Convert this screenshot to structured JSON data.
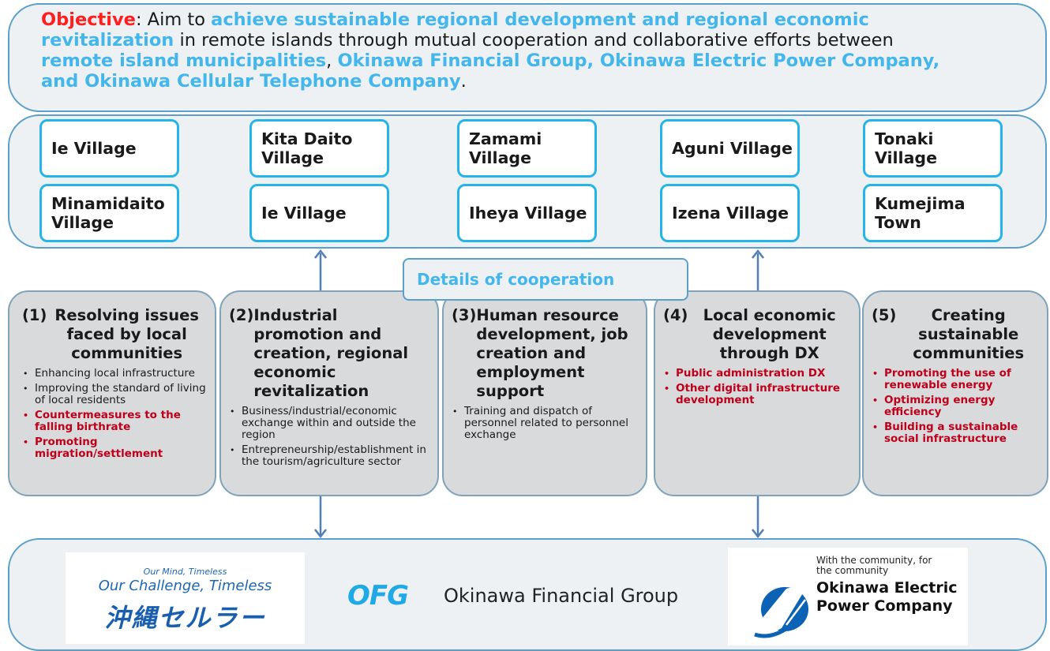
{
  "objective": {
    "label": "Objective",
    "p1": ": Aim to ",
    "h1": "achieve sustainable regional development and regional economic revitalization",
    "p2": " in remote islands through mutual cooperation and collaborative efforts between ",
    "h2": "remote island municipalities",
    "p3": ", ",
    "h3": "Okinawa Financial Group, Okinawa Electric Power Company, and Okinawa Cellular Telephone Company",
    "p4": "."
  },
  "villages": [
    "Ie Village",
    "Kita Daito Village",
    "Zamami Village",
    "Aguni Village",
    "Tonaki Village",
    "Minamidaito Village",
    "Ie Village",
    "Iheya Village",
    "Izena Village",
    "Kumejima Town"
  ],
  "cooperation_label": "Details of cooperation",
  "cards": [
    {
      "num": "(1)",
      "title": "Resolving issues faced by local communities",
      "items": [
        {
          "text": "Enhancing local infrastructure",
          "highlight": false
        },
        {
          "text": "Improving the standard of living of local residents",
          "highlight": false
        },
        {
          "text": "Countermeasures to the falling birthrate",
          "highlight": true
        },
        {
          "text": "Promoting migration/settlement",
          "highlight": true
        }
      ]
    },
    {
      "num": "(2)",
      "title": "Industrial promotion and creation, regional economic revitalization",
      "items": [
        {
          "text": "Business/industrial/economic exchange within and outside the region",
          "highlight": false
        },
        {
          "text": "Entrepreneurship/establishment in the tourism/agriculture sector",
          "highlight": false
        }
      ]
    },
    {
      "num": "(3)",
      "title": "Human resource development, job creation and employment support",
      "items": [
        {
          "text": "Training and dispatch of personnel related to personnel exchange",
          "highlight": false
        }
      ]
    },
    {
      "num": "(4)",
      "title": "Local economic development through DX",
      "items": [
        {
          "text": "Public administration DX",
          "highlight": true
        },
        {
          "text": "Other digital infrastructure development",
          "highlight": true
        }
      ]
    },
    {
      "num": "(5)",
      "title": "Creating sustainable communities",
      "items": [
        {
          "text": "Promoting the use of renewable energy",
          "highlight": true
        },
        {
          "text": "Optimizing energy efficiency",
          "highlight": true
        },
        {
          "text": "Building a sustainable social infrastructure",
          "highlight": true
        }
      ]
    }
  ],
  "logos": {
    "cellular": {
      "tagline_small": "Our Mind, Timeless",
      "tagline": "Our Challenge, Timeless",
      "name_jp": "沖縄セルラー"
    },
    "ofg": {
      "mark": "OFG",
      "name": "Okinawa Financial Group"
    },
    "epco": {
      "tagline": "With the community, for the community",
      "name": "Okinawa Electric Power Company"
    }
  },
  "colors": {
    "accent_red": "#ff1f1f",
    "accent_blue": "#43b6ec",
    "item_red": "#c0001a",
    "border": "#5aa0c8",
    "village_border": "#25b4e8",
    "card_fill": "#d9dadc"
  }
}
